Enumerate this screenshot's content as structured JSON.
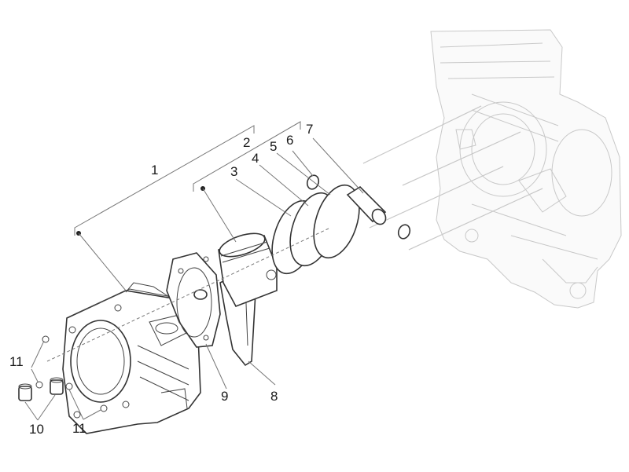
{
  "callouts": {
    "c1": "1",
    "c2": "2",
    "c3": "3",
    "c4": "4",
    "c5": "5",
    "c6": "6",
    "c7": "7",
    "c8": "8",
    "c9": "9",
    "c10": "10",
    "c11a": "11",
    "c11b": "11"
  },
  "colors": {
    "line": "#333333",
    "ghost": "#c8c8c8",
    "leader": "#777777",
    "text": "#1a1a1a"
  }
}
